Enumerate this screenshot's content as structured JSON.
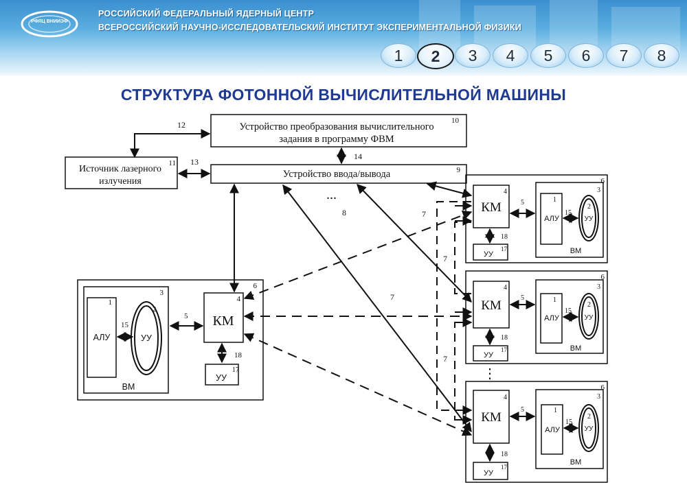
{
  "header": {
    "org_line1": "РОССИЙСКИЙ ФЕДЕРАЛЬНЫЙ ЯДЕРНЫЙ ЦЕНТР",
    "org_line2": "ВСЕРОССИЙСКИЙ НАУЧНО-ИССЛЕДОВАТЕЛЬСКИЙ ИНСТИТУТ ЭКСПЕРИМЕНТАЛЬНОЙ ФИЗИКИ",
    "logo_text": "РФЯЦ ВНИИЭФ"
  },
  "pager": {
    "pages": [
      "1",
      "2",
      "3",
      "4",
      "5",
      "6",
      "7",
      "8"
    ],
    "active_index": 1
  },
  "title": "СТРУКТУРА ФОТОННОЙ ВЫЧИСЛИТЕЛЬНОЙ МАШИНЫ",
  "diagram": {
    "converter": {
      "line1": "Устройство преобразования вычислительного",
      "line2": "задания в программу ФВМ",
      "num": "10"
    },
    "io": {
      "label": "Устройство ввода/вывода",
      "num": "9"
    },
    "laser": {
      "line1": "Источник лазерного",
      "line2": "излучения",
      "num": "11"
    },
    "links": {
      "l12": "12",
      "l13": "13",
      "l14": "14",
      "l8": "8",
      "l7": "7",
      "l5": "5",
      "l15": "15",
      "l18": "18"
    },
    "ellipsis": "...",
    "vdots": "⋮",
    "left_node": {
      "km": "КМ",
      "alu": "АЛУ",
      "uu": "УУ",
      "uu_ctrl": "УУ",
      "vm": "ВМ",
      "n1": "1",
      "n2": "2",
      "n3": "3",
      "n4": "4",
      "n6": "6",
      "n17": "17"
    },
    "right_node": {
      "km": "КМ",
      "alu": "АЛУ",
      "uu": "УУ",
      "uu_ctrl": "УУ",
      "vm": "ВМ",
      "n1": "1",
      "n2": "2",
      "n3": "3",
      "n4": "4",
      "n6": "6",
      "n17": "17"
    }
  }
}
